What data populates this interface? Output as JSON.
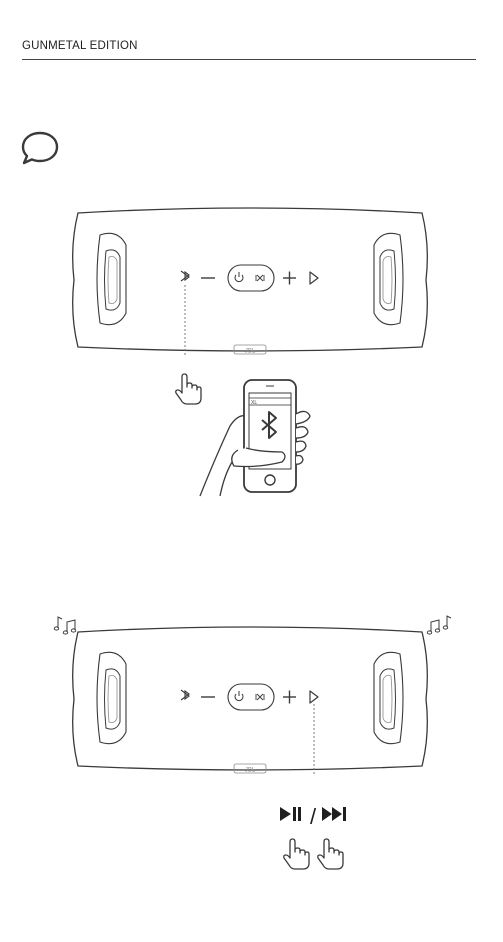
{
  "header": {
    "title": "GUNMETAL EDITION"
  },
  "illustrations": {
    "speaker_logo": "JBL",
    "phone_screen_label": "XL",
    "step1": {
      "icons": [
        "speech-bubble-icon",
        "bluetooth-icon",
        "volume-down-icon",
        "power-icon",
        "connect-icon",
        "volume-up-icon",
        "play-icon",
        "pointing-hand-icon",
        "bluetooth-icon"
      ]
    },
    "step2": {
      "icons": [
        "music-notes-icon",
        "play-pause-icon",
        "next-track-icon",
        "pointing-hand-icon"
      ],
      "separator": "/"
    }
  },
  "colors": {
    "line": "#3a3a3a",
    "soft": "#8a8a8a"
  }
}
